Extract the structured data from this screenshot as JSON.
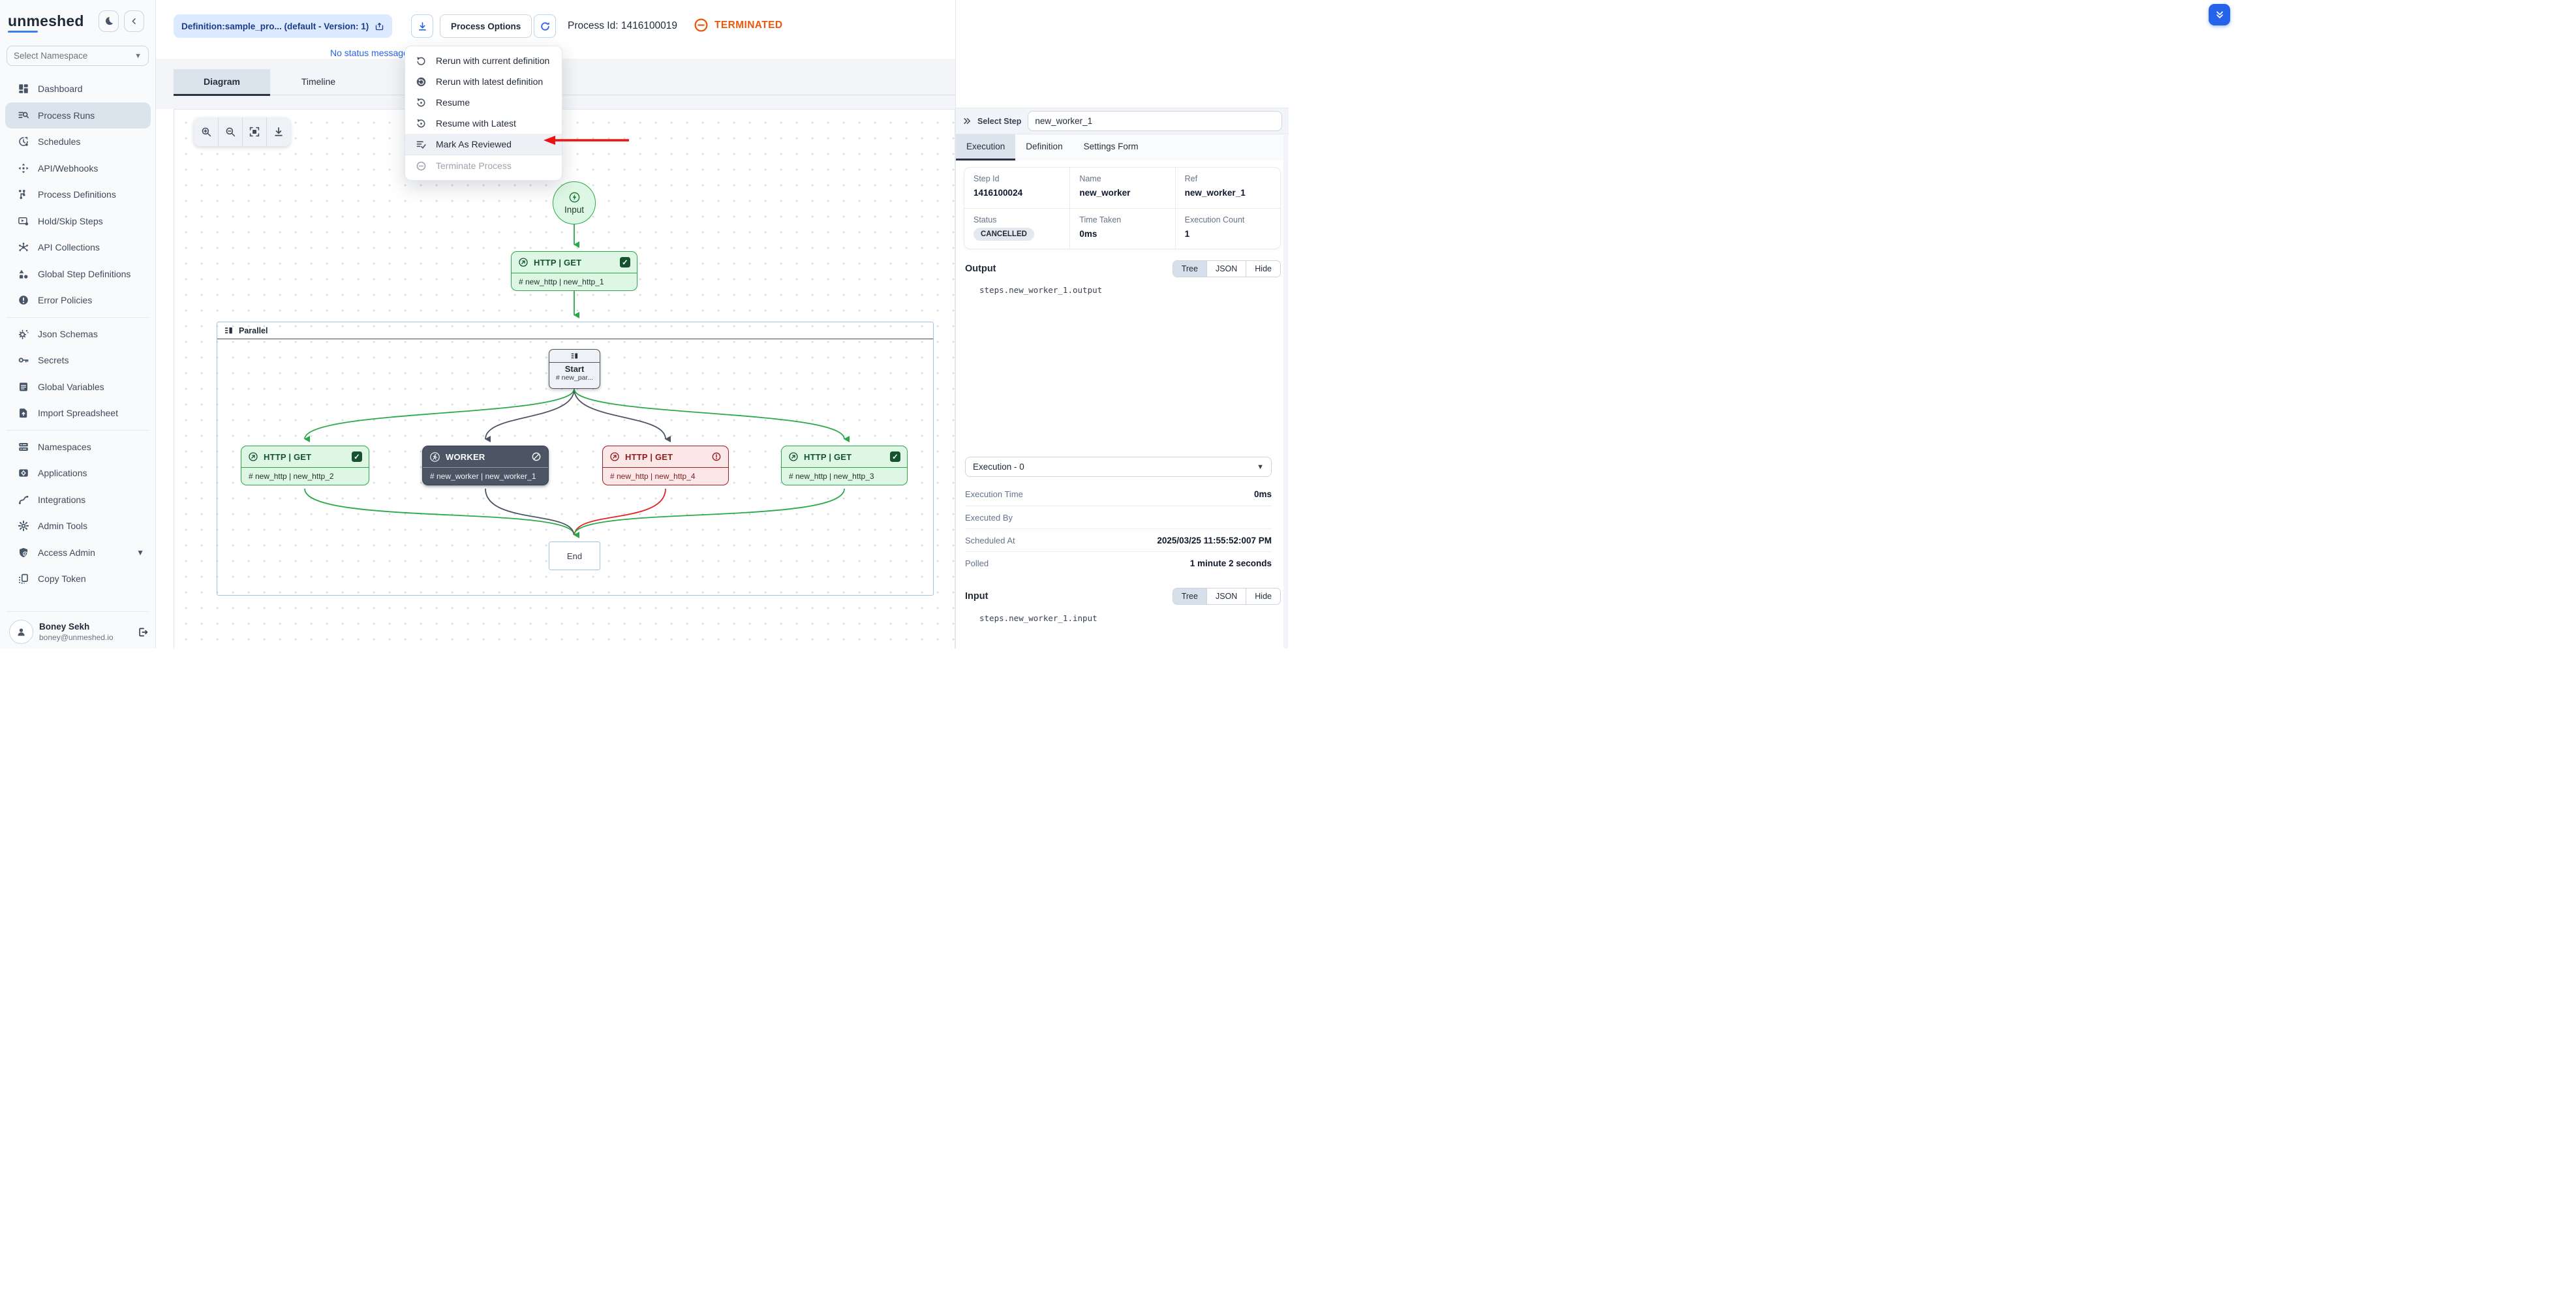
{
  "app": {
    "logo": "unmeshed",
    "namespace_placeholder": "Select Namespace"
  },
  "header": {
    "definition_label": "Definition:sample_pro...  (default - Version: 1)",
    "process_options_label": "Process Options",
    "process_id": "Process Id: 1416100019",
    "status": "TERMINATED",
    "status_message": "No status message"
  },
  "main_tabs": {
    "diagram": "Diagram",
    "timeline": "Timeline"
  },
  "process_menu": {
    "items": [
      {
        "label": "Rerun with current definition"
      },
      {
        "label": "Rerun with latest definition"
      },
      {
        "label": "Resume"
      },
      {
        "label": "Resume with Latest"
      },
      {
        "label": "Mark As Reviewed"
      },
      {
        "label": "Terminate Process"
      }
    ]
  },
  "sidebar": {
    "items": [
      {
        "label": "Dashboard"
      },
      {
        "label": "Process Runs"
      },
      {
        "label": "Schedules"
      },
      {
        "label": "API/Webhooks"
      },
      {
        "label": "Process Definitions"
      },
      {
        "label": "Hold/Skip Steps"
      },
      {
        "label": "API Collections"
      },
      {
        "label": "Global Step Definitions"
      },
      {
        "label": "Error Policies"
      },
      {
        "label": "Json Schemas"
      },
      {
        "label": "Secrets"
      },
      {
        "label": "Global Variables"
      },
      {
        "label": "Import Spreadsheet"
      },
      {
        "label": "Namespaces"
      },
      {
        "label": "Applications"
      },
      {
        "label": "Integrations"
      },
      {
        "label": "Admin Tools"
      },
      {
        "label": "Access Admin"
      },
      {
        "label": "Copy Token"
      }
    ],
    "user": {
      "name": "Boney Sekh",
      "email": "boney@unmeshed.io"
    }
  },
  "diagram": {
    "input_label": "Input",
    "http1": {
      "title": "HTTP | GET",
      "ref": "# new_http | new_http_1"
    },
    "parallel_label": "Parallel",
    "start": {
      "title": "Start",
      "ref": "# new_par..."
    },
    "branches": [
      {
        "title": "HTTP | GET",
        "ref": "# new_http | new_http_2",
        "state": "success"
      },
      {
        "title": "WORKER",
        "ref": "# new_worker | new_worker_1",
        "state": "cancelled"
      },
      {
        "title": "HTTP | GET",
        "ref": "# new_http | new_http_4",
        "state": "error"
      },
      {
        "title": "HTTP | GET",
        "ref": "# new_http | new_http_3",
        "state": "success"
      }
    ],
    "end_label": "End"
  },
  "panel": {
    "select_step_label": "Select Step",
    "select_step_value": "new_worker_1",
    "tabs": [
      {
        "label": "Execution"
      },
      {
        "label": "Definition"
      },
      {
        "label": "Settings Form"
      }
    ],
    "fields": {
      "step_id_label": "Step Id",
      "step_id": "1416100024",
      "name_label": "Name",
      "name": "new_worker",
      "ref_label": "Ref",
      "ref": "new_worker_1",
      "status_label": "Status",
      "status": "CANCELLED",
      "time_taken_label": "Time Taken",
      "time_taken": "0ms",
      "exec_count_label": "Execution Count",
      "exec_count": "1"
    },
    "output": {
      "label": "Output",
      "views": [
        {
          "label": "Tree"
        },
        {
          "label": "JSON"
        },
        {
          "label": "Hide"
        }
      ],
      "path": "steps.new_worker_1.output"
    },
    "execution_select": "Execution - 0",
    "details": [
      {
        "label": "Execution Time",
        "value": "0ms"
      },
      {
        "label": "Executed By",
        "value": ""
      },
      {
        "label": "Scheduled At",
        "value": "2025/03/25 11:55:52:007 PM"
      },
      {
        "label": "Polled",
        "value": "1 minute 2 seconds"
      }
    ],
    "input": {
      "label": "Input",
      "views": [
        {
          "label": "Tree"
        },
        {
          "label": "JSON"
        },
        {
          "label": "Hide"
        }
      ],
      "path": "steps.new_worker_1.input"
    }
  },
  "colors": {
    "accent": "#2563eb",
    "terminated": "#ea580c",
    "edge_green": "#2aa84a",
    "edge_dark": "#4b5563",
    "edge_red": "#e02424",
    "parallel_border": "#9cc3ee"
  }
}
